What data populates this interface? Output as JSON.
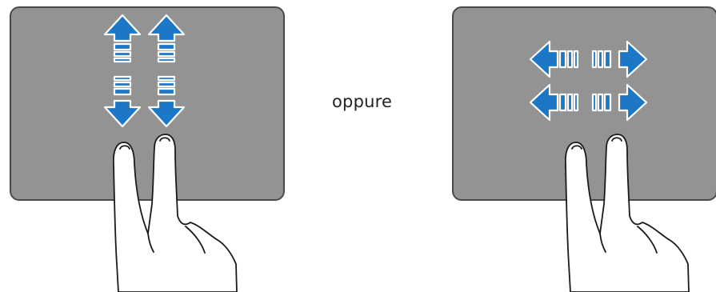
{
  "connector_text": "oppure",
  "colors": {
    "touchpad_fill": "#939393",
    "touchpad_border": "#4a4a4a",
    "arrow_fill": "#1c78c6",
    "arrow_stroke": "#ffffff",
    "hand_fill": "#ffffff",
    "hand_stroke": "#1a1a1a"
  },
  "gestures": [
    {
      "name": "two-finger-vertical-scroll",
      "direction": "vertical"
    },
    {
      "name": "two-finger-horizontal-scroll",
      "direction": "horizontal"
    }
  ]
}
